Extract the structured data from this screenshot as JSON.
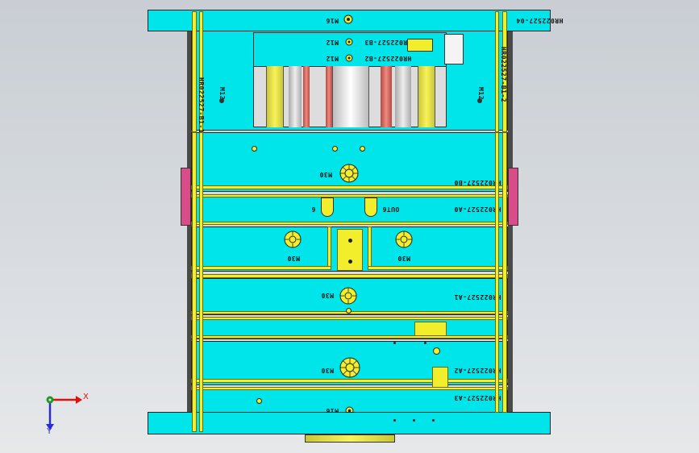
{
  "labels": {
    "top_plate": "HR022527-04",
    "top_m16": "M16",
    "box_m12_a": "M12",
    "box_m12_b": "M12",
    "box_part_b3": "HR022527-B3",
    "box_part_b2": "HR022527-B2",
    "left_vertical": "HR022527-B1-1",
    "right_vertical": "HR022527-B1-2",
    "left_m12": "M12",
    "right_m12": "M12",
    "plate_b0_m30": "M30",
    "plate_b0": "HR022527-B0",
    "plate_a0": "HR022527-A0",
    "a0_in": "6",
    "a0_out": "OUT6",
    "left_m30": "M30",
    "right_m30": "M30",
    "plate_a1_m30": "M30",
    "plate_a1": "HR022527-A1",
    "plate_a2_m30": "M30",
    "plate_a2": "HR022527-A2",
    "plate_a3_m16": "M16",
    "plate_a3": "HR022527-A3",
    "axis_x": "X",
    "axis_y": "Y"
  },
  "colors": {
    "plate": "#00e5ea",
    "rail": "#f2ee2c",
    "insert": "#d94c8a",
    "background": "#d0d4d8"
  },
  "icons": {
    "bolt": "bolt-head-icon",
    "triad": "axis-triad-icon"
  }
}
